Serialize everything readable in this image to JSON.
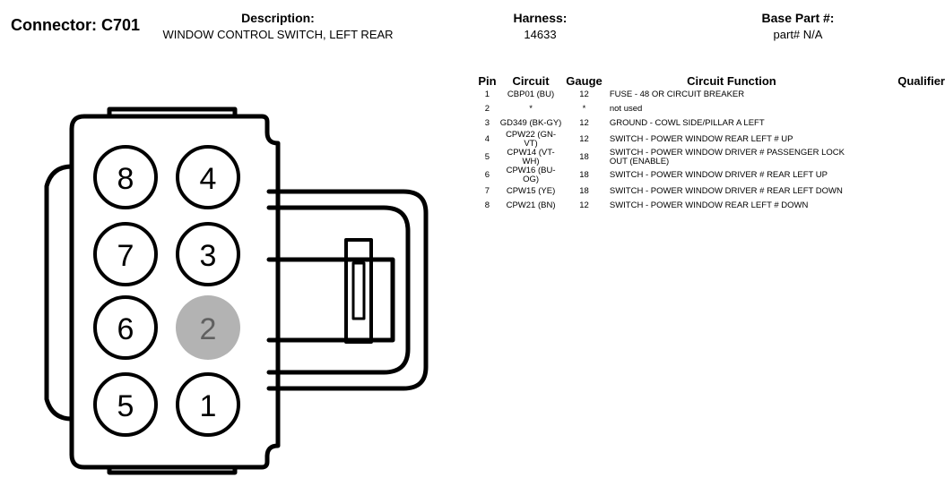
{
  "header": {
    "connector": "Connector: C701",
    "description_label": "Description:",
    "description_value": "WINDOW CONTROL SWITCH, LEFT REAR",
    "harness_label": "Harness:",
    "harness_value": "14633",
    "base_part_label": "Base Part #:",
    "base_part_value": "part# N/A"
  },
  "table": {
    "columns": {
      "pin": "Pin",
      "circuit": "Circuit",
      "gauge": "Gauge",
      "function": "Circuit Function",
      "qualifier": "Qualifier"
    },
    "rows": [
      {
        "pin": "1",
        "circuit": "CBP01 (BU)",
        "gauge": "12",
        "function": "FUSE - 48 OR CIRCUIT BREAKER"
      },
      {
        "pin": "2",
        "circuit": "*",
        "gauge": "*",
        "function": "not used"
      },
      {
        "pin": "3",
        "circuit": "GD349 (BK-GY)",
        "gauge": "12",
        "function": "GROUND - COWL SIDE/PILLAR A LEFT"
      },
      {
        "pin": "4",
        "circuit": "CPW22 (GN-VT)",
        "gauge": "12",
        "function": "SWITCH - POWER WINDOW REAR LEFT # UP"
      },
      {
        "pin": "5",
        "circuit": "CPW14 (VT-WH)",
        "gauge": "18",
        "function": "SWITCH - POWER WINDOW DRIVER # PASSENGER LOCK OUT (ENABLE)"
      },
      {
        "pin": "6",
        "circuit": "CPW16 (BU-OG)",
        "gauge": "18",
        "function": "SWITCH - POWER WINDOW DRIVER # REAR LEFT UP"
      },
      {
        "pin": "7",
        "circuit": "CPW15 (YE)",
        "gauge": "18",
        "function": "SWITCH - POWER WINDOW DRIVER # REAR LEFT DOWN"
      },
      {
        "pin": "8",
        "circuit": "CPW21 (BN)",
        "gauge": "12",
        "function": "SWITCH - POWER WINDOW REAR LEFT # DOWN"
      }
    ]
  },
  "diagram": {
    "pins": {
      "p8": "8",
      "p4": "4",
      "p7": "7",
      "p3": "3",
      "p6": "6",
      "p2": "2",
      "p5": "5",
      "p1": "1"
    },
    "unused_pin_fill": "#b3b3b3",
    "unused_pin_text": "#606060"
  }
}
